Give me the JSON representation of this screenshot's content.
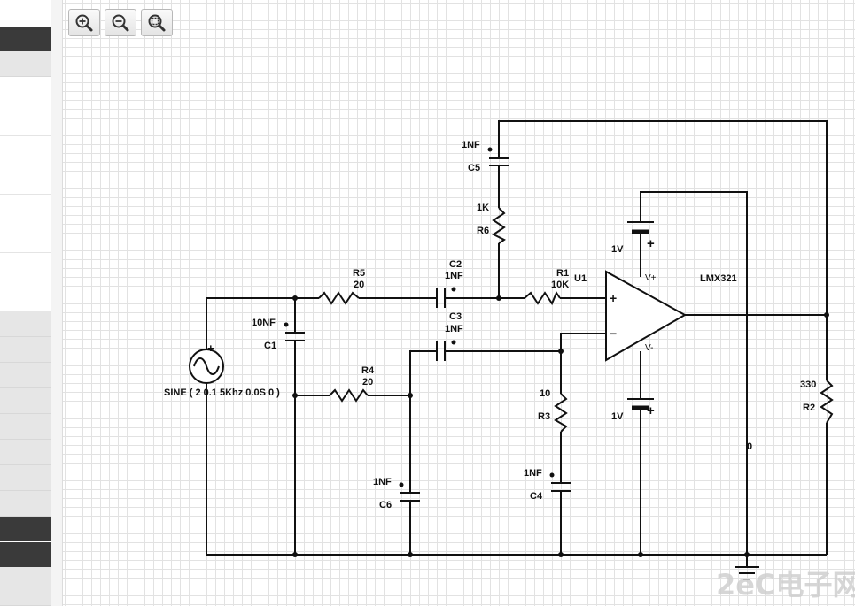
{
  "toolbar": {
    "zoom_in": "zoom-in-icon",
    "zoom_out": "zoom-out-icon",
    "zoom_fit": "zoom-fit-icon"
  },
  "schematic": {
    "source": {
      "label": "SINE ( 2 0.1 5Khz 0.0S 0 )",
      "plus": "+"
    },
    "R5": {
      "name": "R5",
      "value": "20"
    },
    "R4": {
      "name": "R4",
      "value": "20"
    },
    "R1": {
      "name": "R1",
      "value": "10K"
    },
    "R6": {
      "name": "R6",
      "value": "1K"
    },
    "R3": {
      "name": "R3",
      "value": "10"
    },
    "R2": {
      "name": "R2",
      "value": "330"
    },
    "C1": {
      "name": "C1",
      "value": "10NF"
    },
    "C2": {
      "name": "C2",
      "value": "1NF"
    },
    "C3": {
      "name": "C3",
      "value": "1NF"
    },
    "C4": {
      "name": "C4",
      "value": "1NF"
    },
    "C5": {
      "name": "C5",
      "value": "1NF"
    },
    "C6": {
      "name": "C6",
      "value": "1NF"
    },
    "opamp": {
      "ref": "U1",
      "model": "LMX321",
      "plus": "+",
      "minus": "−",
      "vplus": "V+",
      "vminus": "V-"
    },
    "battery_top": {
      "value": "1V",
      "sign": "+"
    },
    "battery_bottom": {
      "value": "1V",
      "sign": "+"
    },
    "ground_node": "0"
  },
  "watermark": "2eC电子网"
}
